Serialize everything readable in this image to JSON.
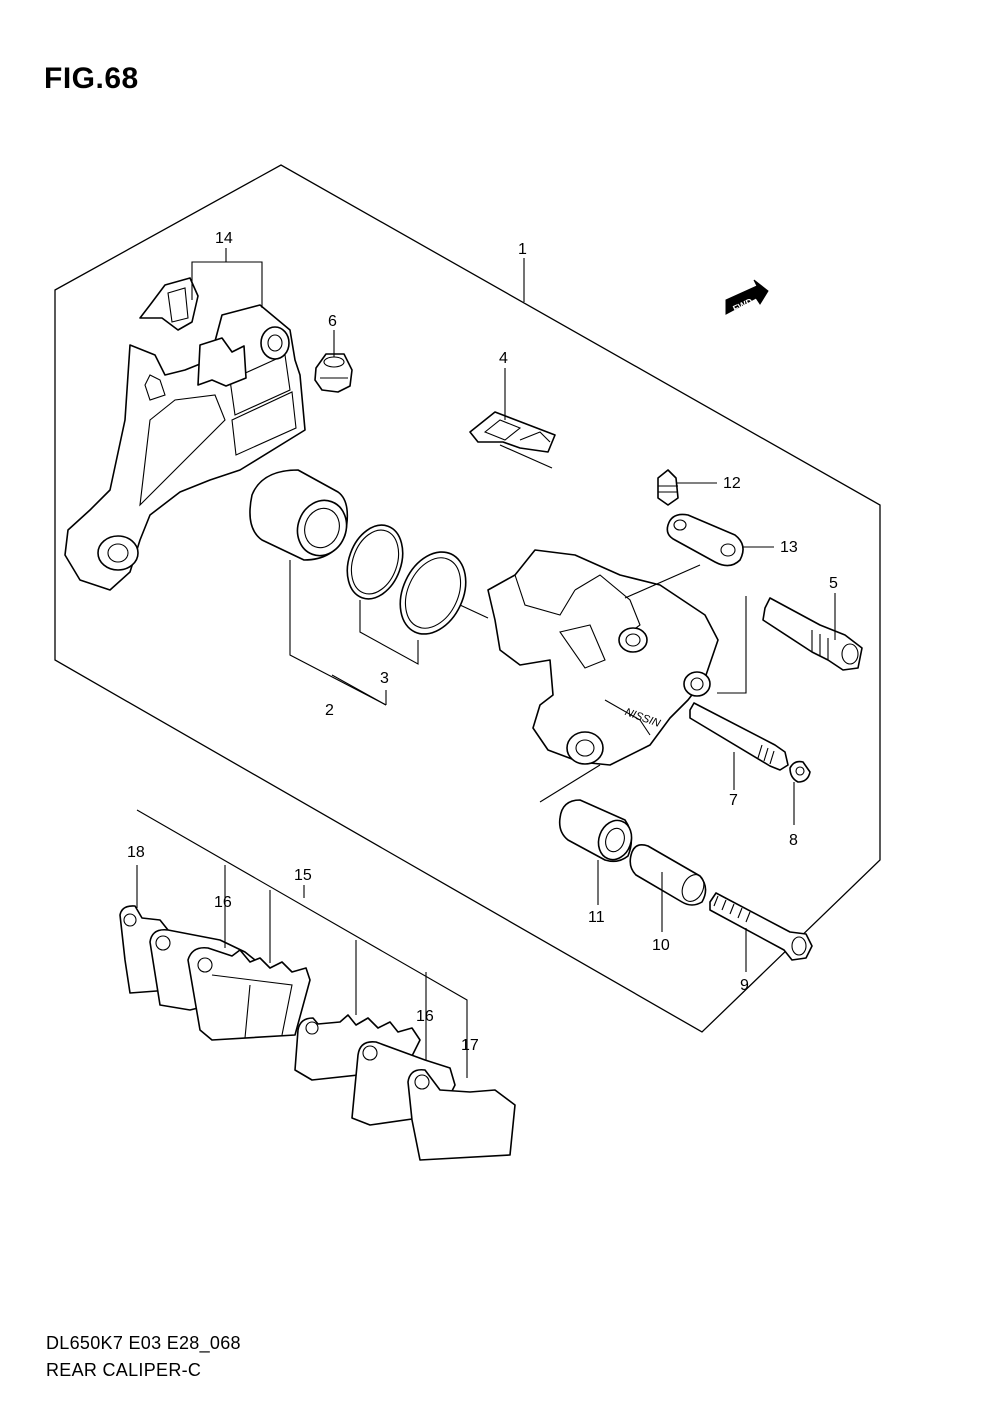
{
  "figure": {
    "title": "FIG.68"
  },
  "footer": {
    "model_code": "DL650K7 E03 E28_068",
    "diagram_name": "REAR CALIPER-C"
  },
  "fwd_arrow": {
    "label": "FWD"
  },
  "callouts": {
    "c1": "1",
    "c2": "2",
    "c3": "3",
    "c4": "4",
    "c5": "5",
    "c6": "6",
    "c7": "7",
    "c8": "8",
    "c9": "9",
    "c10": "10",
    "c11": "11",
    "c12": "12",
    "c13": "13",
    "c14": "14",
    "c15": "15",
    "c16a": "16",
    "c16b": "16",
    "c17": "17",
    "c18": "18"
  },
  "caliper_brand": {
    "label": "NISSIN"
  }
}
